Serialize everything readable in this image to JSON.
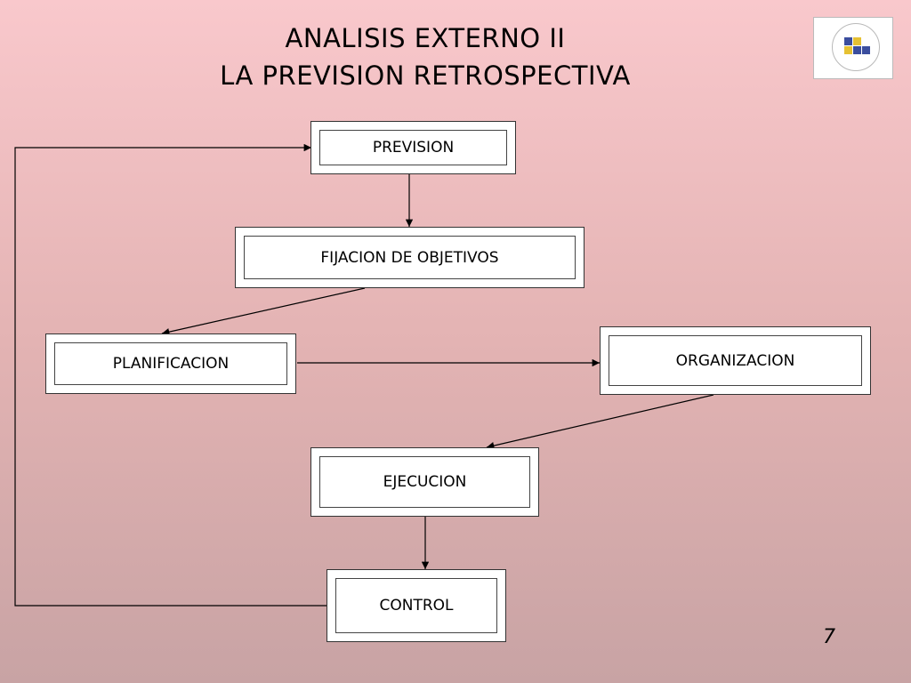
{
  "slide": {
    "title_line1": "ANALISIS EXTERNO II",
    "title_line2": "LA PREVISION RETROSPECTIVA",
    "page_number": "7",
    "background_top": "#f9c8cc",
    "background_bottom": "#c8a3a4"
  },
  "logo": {
    "icon": "university-logo"
  },
  "diagram": {
    "nodes": {
      "prevision": "PREVISION",
      "fijacion": "FIJACION DE OBJETIVOS",
      "planificacion": "PLANIFICACION",
      "organizacion": "ORGANIZACION",
      "ejecucion": "EJECUCION",
      "control": "CONTROL"
    },
    "edges": [
      {
        "from": "prevision",
        "to": "fijacion"
      },
      {
        "from": "fijacion",
        "to": "planificacion"
      },
      {
        "from": "planificacion",
        "to": "organizacion"
      },
      {
        "from": "organizacion",
        "to": "ejecucion"
      },
      {
        "from": "ejecucion",
        "to": "control"
      },
      {
        "from": "control",
        "to": "prevision"
      }
    ]
  }
}
